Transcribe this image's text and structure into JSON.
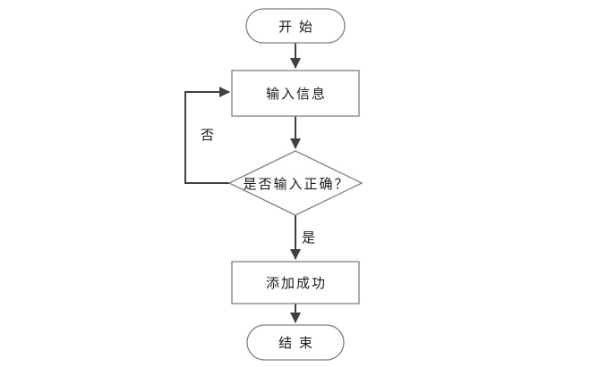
{
  "diagram": {
    "type": "flowchart",
    "background": "#ffffff",
    "colors": {
      "shape_border": "#808080",
      "shape_fill": "#ffffff",
      "connector": "#404040",
      "text": "#1a1a1a"
    },
    "nodes": [
      {
        "id": "start",
        "shape": "terminator",
        "label": "开 始"
      },
      {
        "id": "input",
        "shape": "process",
        "label": "输入信息"
      },
      {
        "id": "decision",
        "shape": "decision",
        "label": "是否输入正确？"
      },
      {
        "id": "success",
        "shape": "process",
        "label": "添加成功"
      },
      {
        "id": "end",
        "shape": "terminator",
        "label": "结 束"
      }
    ],
    "edges": [
      {
        "from": "start",
        "to": "input",
        "label": ""
      },
      {
        "from": "input",
        "to": "decision",
        "label": ""
      },
      {
        "from": "decision",
        "to": "success",
        "label": "是"
      },
      {
        "from": "decision",
        "to": "input",
        "label": "否"
      },
      {
        "from": "success",
        "to": "end",
        "label": ""
      }
    ]
  }
}
